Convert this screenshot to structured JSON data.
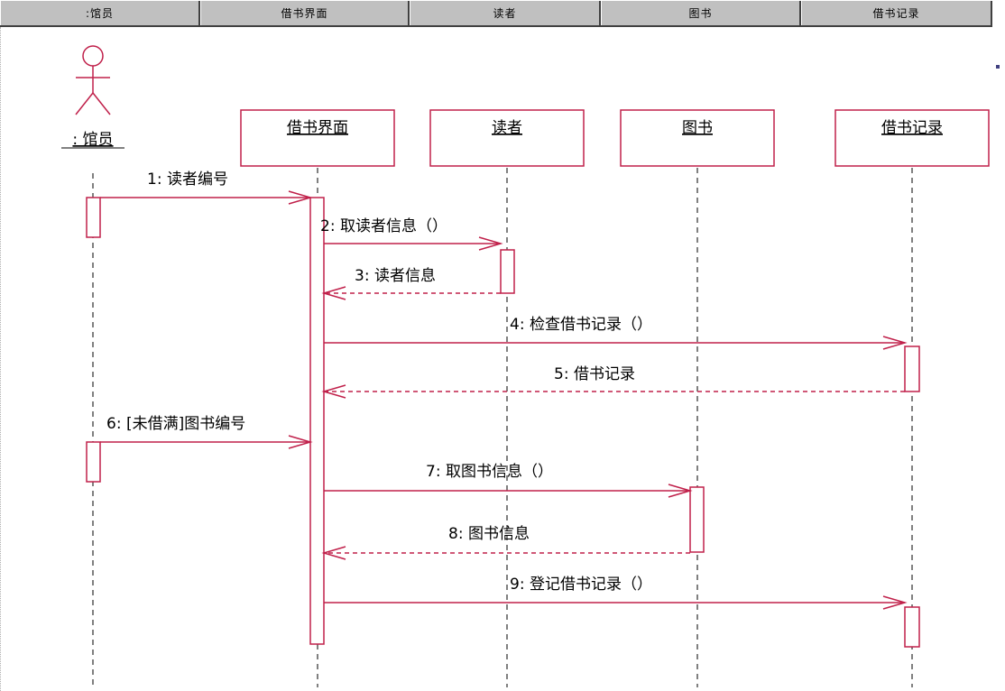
{
  "header": {
    "cells": [
      ":馆员",
      "借书界面",
      "读者",
      "图书",
      "借书记录"
    ]
  },
  "actor": {
    "name": ": 馆员"
  },
  "objects": [
    {
      "name": "借书界面"
    },
    {
      "name": "读者"
    },
    {
      "name": "图书"
    },
    {
      "name": "借书记录"
    }
  ],
  "messages": [
    {
      "label": "1: 读者编号",
      "from": "actor",
      "to": "借书界面",
      "kind": "call"
    },
    {
      "label": "2: 取读者信息（）",
      "from": "借书界面",
      "to": "读者",
      "kind": "call"
    },
    {
      "label": "3: 读者信息",
      "from": "读者",
      "to": "借书界面",
      "kind": "return"
    },
    {
      "label": "4: 检查借书记录（）",
      "from": "借书界面",
      "to": "借书记录",
      "kind": "call"
    },
    {
      "label": "5: 借书记录",
      "from": "借书记录",
      "to": "借书界面",
      "kind": "return"
    },
    {
      "label": "6: [未借满]图书编号",
      "from": "actor",
      "to": "借书界面",
      "kind": "call"
    },
    {
      "label": "7: 取图书信息（）",
      "from": "借书界面",
      "to": "图书",
      "kind": "call"
    },
    {
      "label": "8: 图书信息",
      "from": "图书",
      "to": "借书界面",
      "kind": "return"
    },
    {
      "label": "9: 登记借书记录（）",
      "from": "借书界面",
      "to": "借书记录",
      "kind": "call"
    }
  ],
  "colors": {
    "line": "#c0204a",
    "lifeline": "#000000"
  }
}
